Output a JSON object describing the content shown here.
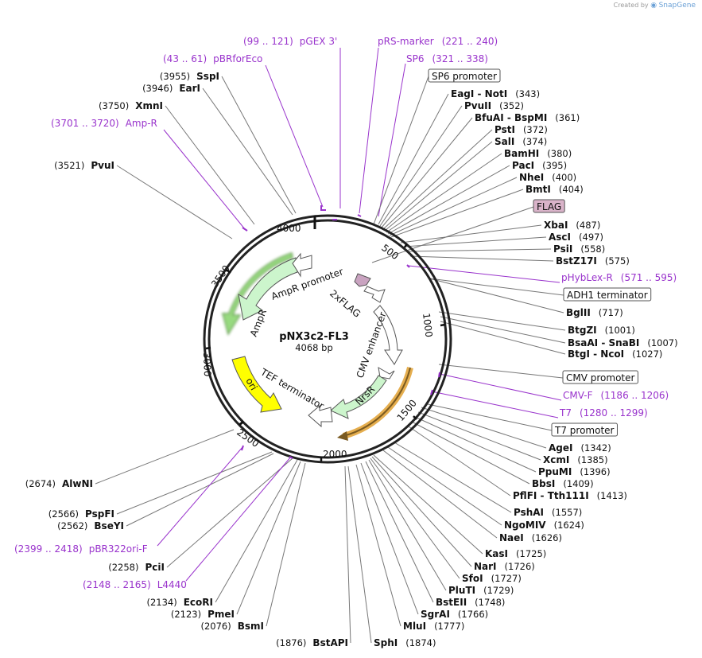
{
  "credit": {
    "prefix": "Created by",
    "brand": "SnapGene"
  },
  "plasmid": {
    "name": "pNX3c2-FL3",
    "size_label": "4068 bp",
    "length": 4068
  },
  "tick_labels": [
    "500",
    "1000",
    "1500",
    "2000",
    "2500",
    "3000",
    "3500",
    "4000"
  ],
  "features": [
    {
      "name": "AmpR promoter",
      "color": "#ffffff"
    },
    {
      "name": "AmpR",
      "color": "#ccf5cc"
    },
    {
      "name": "2xFLAG",
      "color": "#c9a3c0"
    },
    {
      "name": "CMV enhancer",
      "color": "#ffffff"
    },
    {
      "name": "TEF terminator",
      "color": "#ffffff"
    },
    {
      "name": "ori",
      "color": "#ffff00"
    },
    {
      "name": "NrsR",
      "color": "#ccf5cc"
    }
  ],
  "sites_right": [
    {
      "name": "EagI  -  NotI",
      "pos": "(343)"
    },
    {
      "name": "PvuII",
      "pos": "(352)"
    },
    {
      "name": "BfuAI  -  BspMI",
      "pos": "(361)"
    },
    {
      "name": "PstI",
      "pos": "(372)"
    },
    {
      "name": "SalI",
      "pos": "(374)"
    },
    {
      "name": "BamHI",
      "pos": "(380)"
    },
    {
      "name": "PacI",
      "pos": "(395)"
    },
    {
      "name": "NheI",
      "pos": "(400)"
    },
    {
      "name": "BmtI",
      "pos": "(404)"
    },
    {
      "name": "XbaI",
      "pos": "(487)"
    },
    {
      "name": "AscI",
      "pos": "(497)"
    },
    {
      "name": "PsiI",
      "pos": "(558)"
    },
    {
      "name": "BstZ17I",
      "pos": "(575)"
    },
    {
      "name": "BglII",
      "pos": "(717)"
    },
    {
      "name": "BtgZI",
      "pos": "(1001)"
    },
    {
      "name": "BsaAI  -  SnaBI",
      "pos": "(1007)"
    },
    {
      "name": "BtgI  -  NcoI",
      "pos": "(1027)"
    },
    {
      "name": "AgeI",
      "pos": "(1342)"
    },
    {
      "name": "XcmI",
      "pos": "(1385)"
    },
    {
      "name": "PpuMI",
      "pos": "(1396)"
    },
    {
      "name": "BbsI",
      "pos": "(1409)"
    },
    {
      "name": "PflFI  -  Tth111I",
      "pos": "(1413)"
    },
    {
      "name": "PshAI",
      "pos": "(1557)"
    },
    {
      "name": "NgoMIV",
      "pos": "(1624)"
    },
    {
      "name": "NaeI",
      "pos": "(1626)"
    },
    {
      "name": "KasI",
      "pos": "(1725)"
    },
    {
      "name": "NarI",
      "pos": "(1726)"
    },
    {
      "name": "SfoI",
      "pos": "(1727)"
    },
    {
      "name": "PluTI",
      "pos": "(1729)"
    },
    {
      "name": "BstEII",
      "pos": "(1748)"
    },
    {
      "name": "SgrAI",
      "pos": "(1766)"
    },
    {
      "name": "MluI",
      "pos": "(1777)"
    },
    {
      "name": "SphI",
      "pos": "(1874)"
    }
  ],
  "sites_left": [
    {
      "name": "SspI",
      "pos": "(3955)"
    },
    {
      "name": "EarI",
      "pos": "(3946)"
    },
    {
      "name": "XmnI",
      "pos": "(3750)"
    },
    {
      "name": "PvuI",
      "pos": "(3521)"
    },
    {
      "name": "AlwNI",
      "pos": "(2674)"
    },
    {
      "name": "PspFI",
      "pos": "(2566)"
    },
    {
      "name": "BseYI",
      "pos": "(2562)"
    },
    {
      "name": "PciI",
      "pos": "(2258)"
    },
    {
      "name": "EcoRI",
      "pos": "(2134)"
    },
    {
      "name": "PmeI",
      "pos": "(2123)"
    },
    {
      "name": "BsmI",
      "pos": "(2076)"
    },
    {
      "name": "BstAPI",
      "pos": "(1876)"
    }
  ],
  "primers": [
    {
      "name": "pGEX 3'",
      "range": "(99 .. 121)",
      "color": "#9933cc"
    },
    {
      "name": "pBRforEco",
      "range": "(43 .. 61)",
      "color": "#9933cc"
    },
    {
      "name": "pRS-marker",
      "range": "(221 .. 240)",
      "color": "#9933cc"
    },
    {
      "name": "SP6",
      "range": "(321 .. 338)",
      "color": "#9933cc"
    },
    {
      "name": "Amp-R",
      "range": "(3701 .. 3720)",
      "color": "#9933cc"
    },
    {
      "name": "pHybLex-R",
      "range": "(571 .. 595)",
      "color": "#9933cc"
    },
    {
      "name": "CMV-F",
      "range": "(1186 .. 1206)",
      "color": "#9933cc"
    },
    {
      "name": "T7",
      "range": "(1280 .. 1299)",
      "color": "#9933cc"
    },
    {
      "name": "pBR322ori-F",
      "range": "(2399 .. 2418)",
      "color": "#9933cc"
    },
    {
      "name": "L4440",
      "range": "(2148 .. 2165)",
      "color": "#9933cc"
    }
  ],
  "boxed_labels": [
    {
      "name": "SP6 promoter",
      "fill": "#ffffff"
    },
    {
      "name": "FLAG",
      "fill": "#d9b3c9"
    },
    {
      "name": "ADH1 terminator",
      "fill": "#ffffff"
    },
    {
      "name": "CMV promoter",
      "fill": "#ffffff"
    },
    {
      "name": "T7 promoter",
      "fill": "#ffffff"
    }
  ]
}
